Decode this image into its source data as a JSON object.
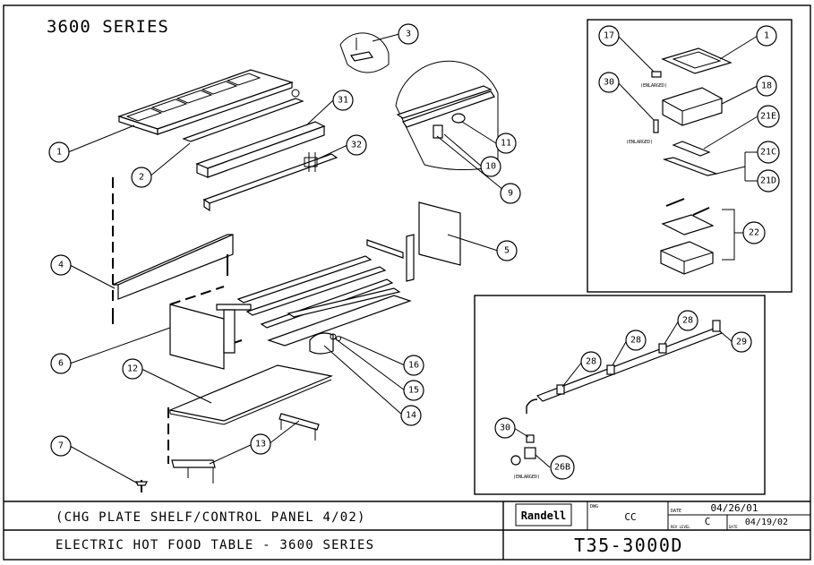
{
  "series_title": "3600 SERIES",
  "change_note": "(CHG PLATE SHELF/CONTROL PANEL 4/02)",
  "product_title": "ELECTRIC HOT FOOD TABLE - 3600 SERIES",
  "drawing_number": "T35-3000D",
  "brand": "Randell",
  "drawn_by": "CC",
  "date": "04/26/01",
  "revision": "C",
  "revision_date": "04/19/02",
  "labels": {
    "drawn_field": "DWG",
    "date_field": "DATE",
    "rev_field": "REV LEVEL",
    "rev_date_field": "DATE",
    "enlarged": "(ENLARGED)"
  },
  "callouts": {
    "main": [
      "1",
      "2",
      "31",
      "32",
      "3",
      "11",
      "10",
      "9",
      "4",
      "5",
      "6",
      "12",
      "13",
      "14",
      "15",
      "16",
      "7"
    ],
    "inset_top": [
      "17",
      "30",
      "1",
      "18",
      "21E",
      "21C",
      "21D",
      "22"
    ],
    "inset_bottom": [
      "28",
      "28",
      "28",
      "29",
      "30",
      "26B"
    ]
  }
}
